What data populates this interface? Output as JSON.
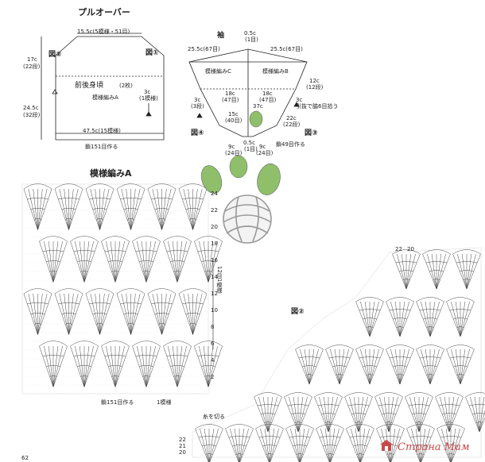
{
  "pullover": {
    "title": "プルオーバー",
    "top_width": "15.5c(5模様・51目)",
    "fig2": "図②",
    "fig1": "図①",
    "shoulder_h": "17c",
    "shoulder_rows": "(22段)",
    "body_h": "24.5c",
    "body_rows": "(32段)",
    "panel_name": "前後身頃",
    "panel_count": "(2枚)",
    "pattern_label": "模様編みA",
    "edge_w": "3c",
    "edge_rows": "(1模様)",
    "bottom_w": "47.5c(15模様)",
    "start_note": "鎖151目作る"
  },
  "sleeve": {
    "title": "袖",
    "top_w": "0.5c",
    "top_st": "(1目)",
    "left_w": "25.5c(67目)",
    "right_w": "25.5c(67目)",
    "pattern_c": "模様編みC",
    "pattern_b": "模様編みB",
    "side_r": "12c",
    "side_r_rows": "(12段)",
    "side_l": "3c",
    "side_l_rows": "(3段)",
    "mid_l": "18c",
    "mid_l_st": "(47目)",
    "mid_r": "18c",
    "mid_r_st": "(47目)",
    "center": "37c",
    "inner_l": "15c",
    "inner_l_st": "(40目)",
    "edge_r": "3c",
    "edge_r_note": "引抜で脇6目拾う",
    "bot_r": "22c",
    "bot_r_rows": "(22段)",
    "fig4": "図④",
    "fig3": "図③",
    "bl": "9c",
    "bl_st": "(24目)",
    "bm": "0.5c",
    "bm_st": "(1目)",
    "br": "9c",
    "br_st": "(24目)",
    "start_note": "鎖49目作る"
  },
  "chart_a": {
    "title": "模様編みA",
    "repeat_label": "12目1模様",
    "row_numbers": [
      "24",
      "22",
      "20",
      "18",
      "16",
      "14",
      "12",
      "10",
      "8",
      "6",
      "4",
      "2"
    ],
    "start_note": "鎖151目作る",
    "one_pattern": "1模様"
  },
  "chart_b": {
    "fig_label": "図②",
    "end_label": "糸を切る",
    "row_numbers": [
      "22",
      "21",
      "20"
    ],
    "top_numbers": [
      "22",
      "20"
    ]
  },
  "page_number": "62",
  "watermark": "Страна Мам",
  "colors": {
    "ink": "#222222",
    "watermark": "#c9484a",
    "logo_gray": "#9a9a9a",
    "logo_green": "#8fbf6a"
  }
}
